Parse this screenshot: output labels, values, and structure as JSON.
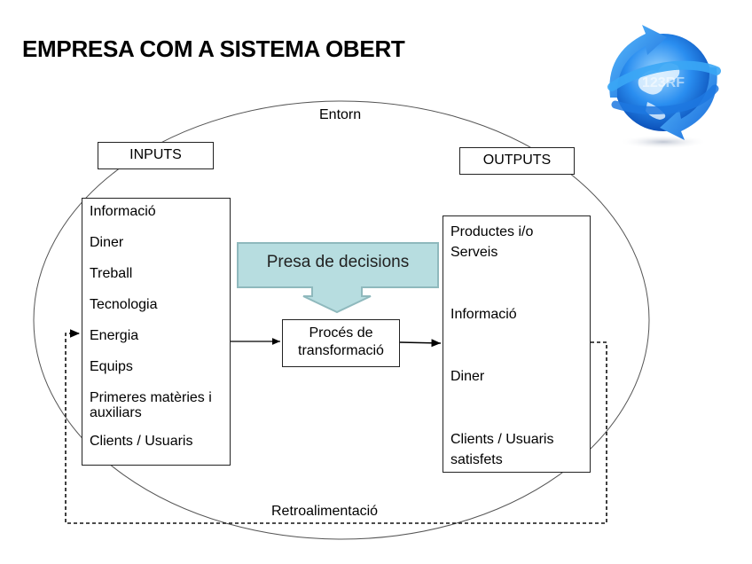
{
  "title": "EMPRESA COM A SISTEMA OBERT",
  "environment_label": "Entorn",
  "inputs": {
    "header": "INPUTS",
    "items": [
      "Informació",
      "Diner",
      "Treball",
      "Tecnologia",
      "Energia",
      "Equips",
      "Primeres matèries i auxiliars",
      "Clients / Usuaris"
    ]
  },
  "outputs": {
    "header": "OUTPUTS",
    "items": [
      "Productes i/o Serveis",
      "Informació",
      "Diner",
      "Clients / Usuaris satisfets"
    ]
  },
  "decision": {
    "label": "Presa de decisions",
    "fill_color": "#b7dde0",
    "stroke_color": "#8fb9bd"
  },
  "process": {
    "line1": "Procés de",
    "line2": "transformació"
  },
  "feedback_label": "Retroalimentació",
  "logo": {
    "icon": "globe-with-arrows-icon",
    "watermark": "123RF",
    "primary_color": "#1e7fe0"
  }
}
